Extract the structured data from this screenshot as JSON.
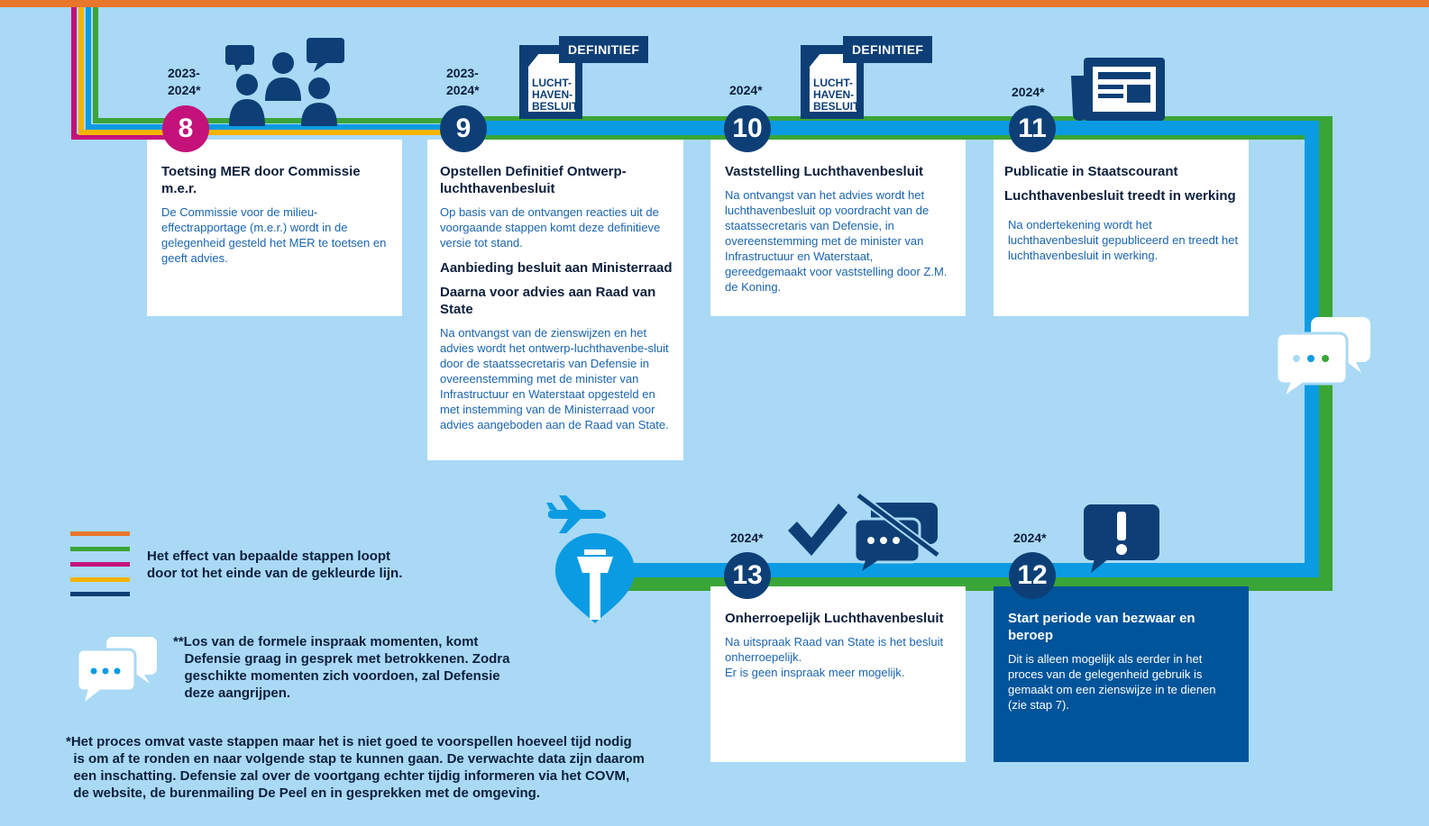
{
  "steps": [
    {
      "number": "8",
      "year": "2023-\n2024*",
      "title": "Toetsing MER door Commissie m.e.r.",
      "text": "De Commissie voor de milieu-effectrapportage (m.e.r.) wordt in de gelegenheid gesteld het MER te toetsen en geeft advies."
    },
    {
      "number": "9",
      "year": "2023-\n2024*",
      "title": "Opstellen Definitief Ontwerp-luchthavenbesluit",
      "text": "Op basis van de ontvangen reacties uit de voorgaande stappen komt deze definitieve versie tot stand.",
      "title2": "Aanbieding besluit aan Ministerraad",
      "title3": "Daarna voor advies aan Raad van State",
      "text2": "Na ontvangst van de zienswijzen en het advies wordt het ontwerp-luchthavenbe-sluit door de staatssecretaris van Defensie in overeenstemming met de minister van Infrastructuur en Waterstaat opgesteld en met instemming van de Ministerraad voor advies aangeboden aan de Raad van State."
    },
    {
      "number": "10",
      "year": "2024*",
      "title": "Vaststelling Luchthavenbesluit",
      "text": "Na ontvangst van het advies wordt het luchthavenbesluit op voordracht van de staatssecretaris van Defensie, in overeenstemming met de minister van Infrastructuur en Waterstaat, gereedgemaakt voor vaststelling door Z.M. de Koning."
    },
    {
      "number": "11",
      "year": "2024*",
      "title": "Publicatie in Staatscourant",
      "title2": "Luchthavenbesluit treedt in werking",
      "text": "Na ondertekening wordt het luchthavenbesluit gepubliceerd en treedt het luchthavenbesluit in werking."
    },
    {
      "number": "12",
      "year": "2024*",
      "title": "Start periode van bezwaar en beroep",
      "text": "Dit is alleen mogelijk als eerder in het proces van de gelegenheid gebruik is gemaakt om een zienswijze in te dienen (zie stap 7)."
    },
    {
      "number": "13",
      "year": "2024*",
      "title": "Onherroepelijk Luchthavenbesluit",
      "text": "Na uitspraak Raad van State is het besluit onherroepelijk.\nEr is geen inspraak meer mogelijk."
    }
  ],
  "badges": {
    "definitief": "DEFINITIEF",
    "doc_label": "LUCHT-\nHAVEN-\nBESLUIT"
  },
  "legend": {
    "text": "Het effect van bepaalde stappen loopt door tot het einde van de gekleurde lijn.",
    "colors": [
      "#e8762b",
      "#3aa537",
      "#c4127a",
      "#f5b400",
      "#0d3f76"
    ]
  },
  "notes": {
    "inspraak": "**Los van de formele inspraak momenten, komt\n   Defensie graag in gesprek met betrokkenen. Zodra\n   geschikte momenten zich voordoen, zal Defensie\n   deze aangrijpen.",
    "proces": "*Het proces omvat vaste stappen maar het is niet goed te voorspellen hoeveel tijd nodig\n  is om af te ronden en naar volgende stap te kunnen gaan. De verwachte data zijn daarom\n  een inschatting. Defensie zal over de voortgang echter tijdig informeren via het COVM,\n  de website, de burenmailing De Peel en in gesprekken met de omgeving."
  },
  "colors": {
    "background": "#a9d9f5",
    "route": "#0b9be3",
    "navy": "#0d3f76",
    "green": "#3aa537",
    "magenta": "#c4127a",
    "orange": "#e8762b",
    "yellow": "#f5b400"
  },
  "icons": [
    "people-speech-icon",
    "document-icon",
    "newspaper-icon",
    "speech-bubbles-icon",
    "exclamation-icon",
    "checkmark-icon",
    "no-speech-icon",
    "airplane-icon",
    "control-tower-icon"
  ]
}
